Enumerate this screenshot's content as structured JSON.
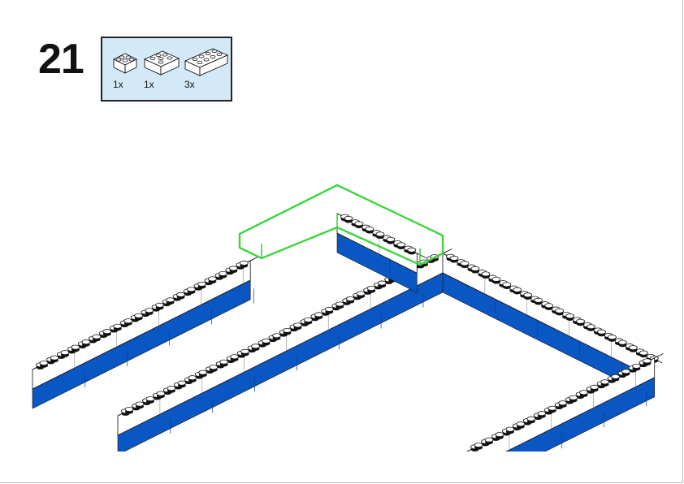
{
  "step": {
    "number": "21"
  },
  "parts_list": {
    "items": [
      {
        "name": "brick-2x2-white",
        "quantity": "1x"
      },
      {
        "name": "brick-2x3-white",
        "quantity": "1x"
      },
      {
        "name": "brick-2x4-white",
        "quantity": "3x"
      }
    ]
  },
  "colors": {
    "brick_white": "#ffffff",
    "brick_blue": "#0a56c2",
    "outline": "#111111",
    "highlight": "#3fd43f",
    "parts_box_bg": "#d4e9f7"
  }
}
